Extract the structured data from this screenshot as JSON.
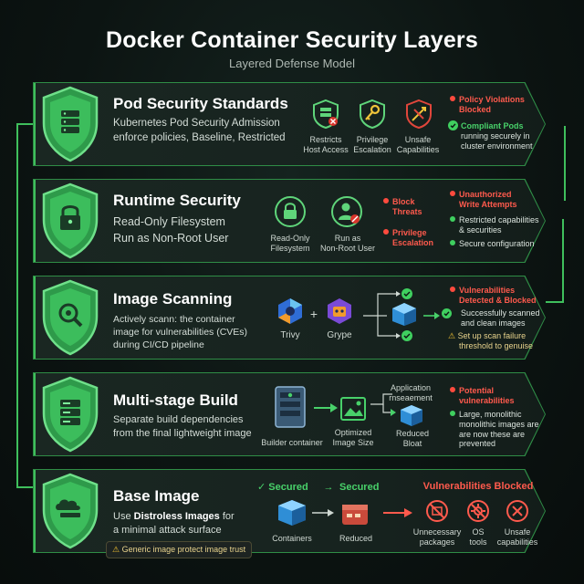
{
  "header": {
    "title": "Docker Container Security Layers",
    "subtitle": "Layered Defense Model"
  },
  "layers": [
    {
      "title": "Pod Security Standards",
      "desc": [
        "Kubernetes Pod Security Admission",
        "enforce policies, Baseline, Restricted"
      ],
      "icons": [
        {
          "caption": [
            "Restricts",
            "Host Access"
          ]
        },
        {
          "caption": [
            "Privilege",
            "Escalation"
          ]
        },
        {
          "caption": [
            "Unsafe",
            "Capabilities"
          ]
        }
      ],
      "status_red": [
        "Policy Violations",
        "Blocked"
      ],
      "status_green_title": "Compliant Pods",
      "status_green": [
        "running securely in",
        "cluster environment"
      ]
    },
    {
      "title": "Runtime Security",
      "desc": [
        "Read-Only Filesystem",
        "Run as Non-Root User"
      ],
      "icons": [
        {
          "caption": [
            "Read-Only",
            "Filesystem"
          ]
        },
        {
          "caption": [
            "Run as",
            "Non-Root User"
          ]
        }
      ],
      "threats": [
        [
          "Block",
          "Threats"
        ],
        [
          "Privilege",
          "Escalation"
        ]
      ],
      "status_red": [
        "Unauthorized",
        "Write Attempts"
      ],
      "status_green_1": [
        "Restricted capabilities",
        "& securities"
      ],
      "status_green_2": "Secure configuration"
    },
    {
      "title": "Image Scanning",
      "desc": [
        "Actively scann: the container",
        "image for vulnerabilities (CVEs)",
        "during CI/CD pipeline"
      ],
      "tools": [
        "Trivy",
        "Grype"
      ],
      "plus": "+",
      "status_red": [
        "Vulnerabilities",
        "Detected & Blocked"
      ],
      "status_green": [
        "Successfully scanned",
        "and clean images"
      ],
      "warning": [
        "Set up scan failure",
        "threshold to genuise"
      ]
    },
    {
      "title": "Multi-stage Build",
      "desc": [
        "Separate build dependencies",
        "from the final lightweight image"
      ],
      "builder_caption": "Builder container",
      "optimized_caption": [
        "Optimized",
        "Image Size"
      ],
      "app_caption": [
        "Application",
        "rnseaement"
      ],
      "reduced_caption": [
        "Reduced",
        "Bloat"
      ],
      "status_red": [
        "Potential",
        "vulnerabilities"
      ],
      "status_green": [
        "Large, monolithic",
        "monolithic images are",
        "are now these are",
        "prevented"
      ]
    },
    {
      "title": "Base Image",
      "desc_prefix": "Use ",
      "desc_bold": "Distroless Images",
      "desc_suffix": " for",
      "desc_line2": "a minimal attack surface",
      "secured_1": "Secured",
      "secured_2": "Secured",
      "containers_caption": "Containers",
      "reduced_caption": "Reduced",
      "vuln_title": "Vulnerabilities Blocked",
      "blocked": [
        {
          "caption": [
            "Unnecessary",
            "packages"
          ]
        },
        {
          "caption": [
            "OS",
            "tools"
          ]
        },
        {
          "caption": [
            "Unsafe",
            "capabilities"
          ]
        }
      ],
      "warning": "Generic image protect image trust"
    }
  ],
  "colors": {
    "accent_green": "#3fbf5c",
    "alert_red": "#ff5a4d",
    "warn_yellow": "#f1c232",
    "panel": "#17231f"
  },
  "icons": [
    "shield-server-icon",
    "shield-lock-icon",
    "shield-scan-icon",
    "shield-stack-icon",
    "shield-cloud-icon"
  ]
}
